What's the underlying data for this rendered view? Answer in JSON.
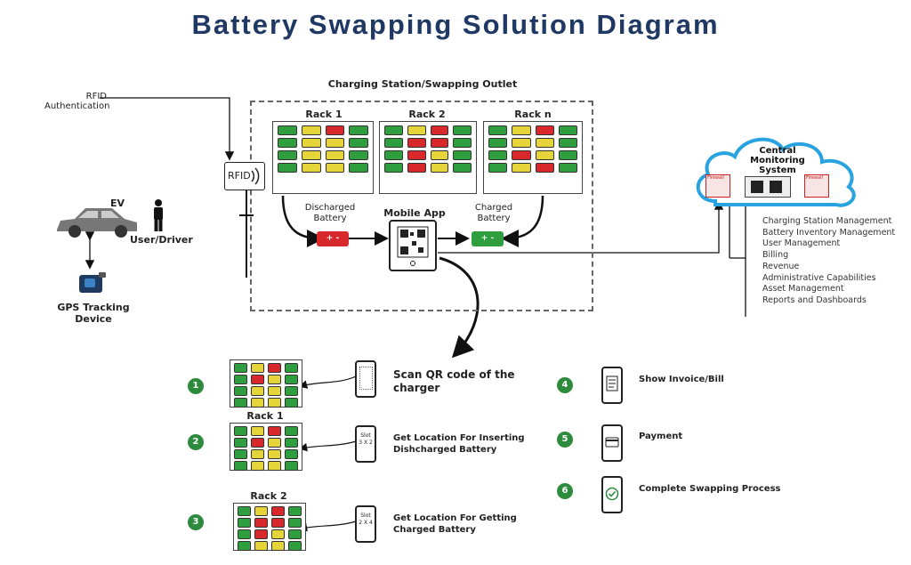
{
  "title": "Battery Swapping Solution Diagram",
  "station": {
    "title": "Charging Station/Swapping Outlet",
    "racks": [
      {
        "label": "Rack 1",
        "rows": [
          "gyrg",
          "gyyg",
          "gyyg",
          "gyyg"
        ]
      },
      {
        "label": "Rack 2",
        "rows": [
          "gyrg",
          "grrg",
          "gryg",
          "gryg"
        ]
      },
      {
        "label": "Rack n",
        "rows": [
          "gyrg",
          "gyyg",
          "gryg",
          "gyrg"
        ]
      }
    ],
    "discharged_label": "Discharged\nBattery",
    "mobile_app_label": "Mobile App",
    "charged_label": "Charged\nBattery",
    "battery_symbol": "+ -"
  },
  "rfid": {
    "auth_label": "RFID\nAuthentication",
    "reader_label": "RFID"
  },
  "ev": {
    "ev_label": "EV",
    "user_label": "User/Driver",
    "gps_label": "GPS Tracking\nDevice"
  },
  "cloud": {
    "title": "Central\nMonitoring\nSystem",
    "firewall": "Firewall",
    "features": [
      "Charging Station Management",
      "Battery Inventory Management",
      "User Management",
      "Billing",
      "Revenue",
      "Administrative Capabilities",
      "Asset Management",
      "Reports and Dashboards"
    ]
  },
  "steps": [
    {
      "num": "1",
      "text": "Scan QR code of the charger",
      "rack_label": "",
      "phone_text": "",
      "rows": [
        "gyrg",
        "gryg",
        "gyyg",
        "gyyg"
      ]
    },
    {
      "num": "2",
      "text": "Get Location For Inserting Dishcharged Battery",
      "rack_label": "Rack 1",
      "phone_text": "Slot\n3 X 2",
      "rows": [
        "gyrg",
        "gryg",
        "gyyg",
        "gyyg"
      ]
    },
    {
      "num": "3",
      "text": "Get Location For Getting Charged Battery",
      "rack_label": "Rack 2",
      "phone_text": "Slot\n2 X 4",
      "rows": [
        "gyrg",
        "grrg",
        "gryg",
        "gyyg"
      ]
    },
    {
      "num": "4",
      "text": "Show Invoice/Bill"
    },
    {
      "num": "5",
      "text": "Payment"
    },
    {
      "num": "6",
      "text": "Complete Swapping Process"
    }
  ],
  "colors": {
    "title": "#1f3864",
    "green": "#2e9e3e",
    "yellow": "#e6d53a",
    "red": "#d9282b",
    "cloud_border": "#29a3e0"
  }
}
